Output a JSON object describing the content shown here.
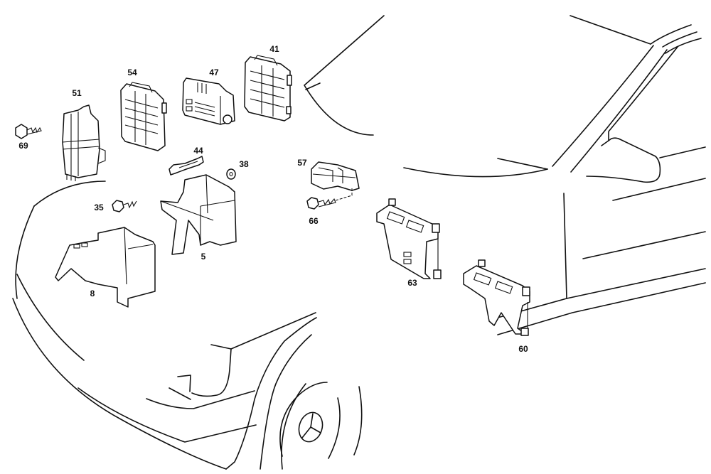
{
  "diagram": {
    "title": "Front electrical components – exploded view",
    "line_color": "#111111",
    "background": "#ffffff",
    "parts": [
      {
        "id": "41",
        "label": "41",
        "name": "control-unit-large"
      },
      {
        "id": "54",
        "label": "54",
        "name": "control-unit-grid"
      },
      {
        "id": "47",
        "label": "47",
        "name": "relay-module"
      },
      {
        "id": "51",
        "label": "51",
        "name": "relay-block"
      },
      {
        "id": "69",
        "label": "69",
        "name": "screw"
      },
      {
        "id": "44",
        "label": "44",
        "name": "retaining-clip"
      },
      {
        "id": "38",
        "label": "38",
        "name": "washer"
      },
      {
        "id": "57",
        "label": "57",
        "name": "connector-holder"
      },
      {
        "id": "35",
        "label": "35",
        "name": "screw"
      },
      {
        "id": "66",
        "label": "66",
        "name": "screw"
      },
      {
        "id": "5",
        "label": "5",
        "name": "mounting-bracket"
      },
      {
        "id": "8",
        "label": "8",
        "name": "support-bracket"
      },
      {
        "id": "63",
        "label": "63",
        "name": "holder-bracket"
      },
      {
        "id": "60",
        "label": "60",
        "name": "holder-bracket"
      }
    ]
  }
}
